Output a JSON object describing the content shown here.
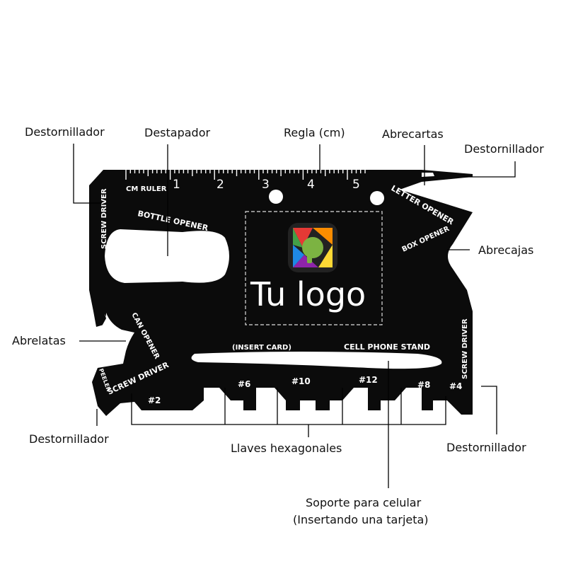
{
  "callouts": {
    "destornillador_top_left": "Destornillador",
    "destapador": "Destapador",
    "regla": "Regla (cm)",
    "abrecartas": "Abrecartas",
    "destornillador_top_right": "Destornillador",
    "abrecajas": "Abrecajas",
    "abrelatas": "Abrelatas",
    "destornillador_bottom_left": "Destornillador",
    "llaves_hexagonales": "Llaves hexagonales",
    "destornillador_bottom_right": "Destornillador",
    "soporte_line1": "Soporte para celular",
    "soporte_line2": "(Insertando una tarjeta)"
  },
  "card": {
    "ruler_label": "CM RULER",
    "ruler_numbers": [
      "1",
      "2",
      "3",
      "4",
      "5"
    ],
    "screw_driver_left": "SCREW DRIVER",
    "bottle_opener": "BOTTLE OPENER",
    "letter_opener": "LETTER OPENER",
    "box_opener": "BOX OPENER",
    "can_opener": "CAN OPENER",
    "screw_driver_bottom": "SCREW DRIVER",
    "peeler": "PEELER",
    "insert_card": "(INSERT CARD)",
    "cell_phone_stand": "CELL PHONE STAND",
    "screw_driver_right": "SCREW DRIVER",
    "hex_sizes": [
      "#2",
      "#6",
      "#10",
      "#12",
      "#8",
      "#4"
    ],
    "logo_text": "Tu logo"
  },
  "colors": {
    "card": "#0b0b0b",
    "ink": "#111111",
    "logo_segments": [
      "#e53935",
      "#fb8c00",
      "#fdd835",
      "#43a047",
      "#1e88e5",
      "#8e24aa"
    ],
    "logo_center": "#7cb342"
  }
}
